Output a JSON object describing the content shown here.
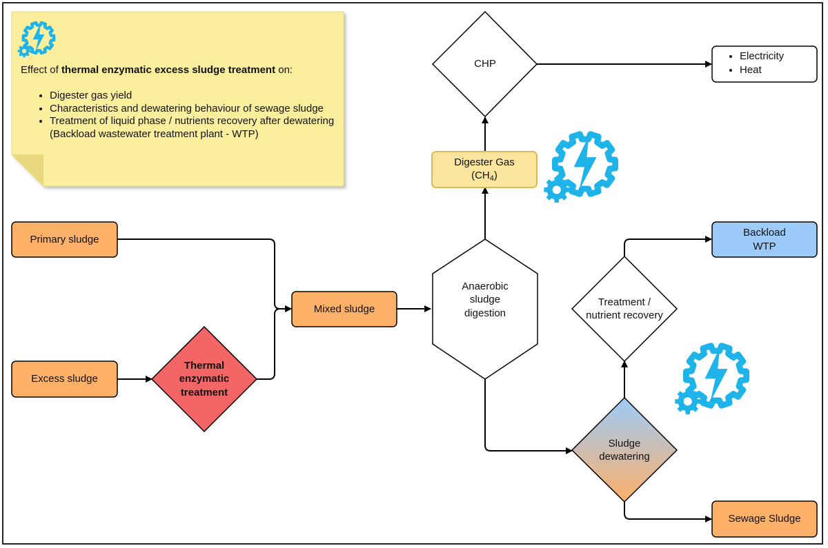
{
  "note": {
    "prefix": "Effect of ",
    "bold": "thermal enzymatic excess sludge treatment",
    "suffix": " on:",
    "bullets": [
      "Digester gas yield",
      "Characteristics and dewatering behaviour of sewage sludge",
      "Treatment of liquid phase / nutrients recovery after dewatering (Backload wastewater treatment plant - WTP)"
    ]
  },
  "nodes": {
    "primary": "Primary sludge",
    "excess": "Excess sludge",
    "thermal": {
      "l1": "Thermal",
      "l2": "enzymatic",
      "l3": "treatment"
    },
    "mixed": "Mixed sludge",
    "digestion": {
      "l1": "Anaerobic",
      "l2": "sludge",
      "l3": "digestion"
    },
    "gas": {
      "l1": "Digester Gas",
      "open": "(CH",
      "sub": "4",
      "close": ")"
    },
    "chp": "CHP",
    "outputs": [
      "Electricity",
      "Heat"
    ],
    "backload": {
      "l1": "Backload",
      "l2": "WTP"
    },
    "recovery": {
      "l1": "Treatment /",
      "l2": "nutrient recovery"
    },
    "dewatering": {
      "l1": "Sludge",
      "l2": "dewatering"
    },
    "sewage": "Sewage Sludge"
  },
  "colors": {
    "orange": "#FDB068",
    "red": "#F46566",
    "yellow_box": "#FBE49C",
    "blue_box": "#9CCBFA",
    "note": "#FBEF9E",
    "icon": "#1EB4EA"
  }
}
